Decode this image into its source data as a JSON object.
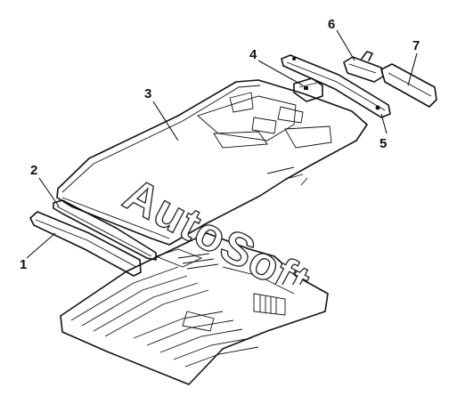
{
  "diagram": {
    "callouts": [
      {
        "id": "1",
        "label": "1"
      },
      {
        "id": "2",
        "label": "2"
      },
      {
        "id": "3",
        "label": "3"
      },
      {
        "id": "4",
        "label": "4"
      },
      {
        "id": "5",
        "label": "5"
      },
      {
        "id": "6",
        "label": "6"
      },
      {
        "id": "7",
        "label": "7"
      }
    ],
    "watermark": "AutoSoft"
  }
}
